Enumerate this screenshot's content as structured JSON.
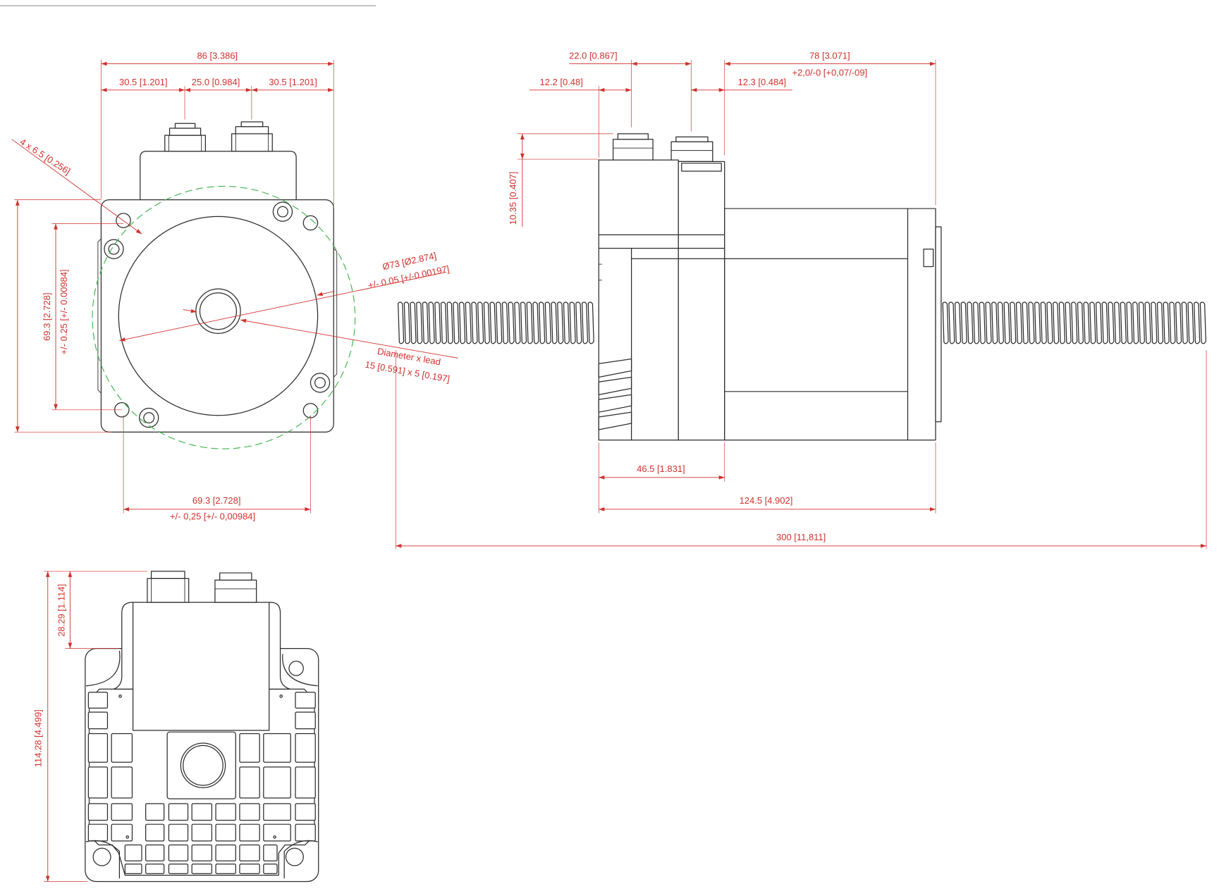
{
  "colors": {
    "dimension": "#d0312d",
    "outline": "#2b2b2b",
    "pitch_circle": "#3cb44b",
    "divider": "#c8c8c8"
  },
  "front_view": {
    "width_overall": "86 [3.386]",
    "left_offset": "30.5 [1.201]",
    "connector_spacing": "25.0 [0.984]",
    "right_offset": "30.5 [1.201]",
    "mounting_holes": "4 x 6.5 [0.256]",
    "pilot_diameter": "Ø73 [Ø2.874]",
    "pilot_tolerance": "+/- 0.05 [+/-0.00197]",
    "screw_label": "Diameter x lead",
    "screw_size": "15 [0.591] x 5 [0.197]",
    "bolt_spacing_vertical": "69.3 [2.728]",
    "bolt_spacing_vertical_tol": "+/- 0.25 [+/- 0.00984]",
    "bolt_spacing_horizontal": "69.3 [2.728]",
    "bolt_spacing_horizontal_tol": "+/- 0,25 [+/- 0,00984]"
  },
  "side_view": {
    "connector_pitch": "22.0 [0.867]",
    "body_to_flange": "78 [3.071]",
    "body_to_flange_tol": "+2,0/-0 [+0,07/-09]",
    "rear_connector_offset": "12.2 [0.48]",
    "front_connector_offset": "12.3 [0.484]",
    "connector_height": "10.35 [0.407]",
    "rear_section_length": "46.5 [1.831]",
    "body_length": "124.5 [4.902]",
    "screw_length": "300 [11,811]"
  },
  "bottom_view": {
    "connector_height": "28.29 [1.114]",
    "overall_height": "114.28 [4.499]"
  }
}
